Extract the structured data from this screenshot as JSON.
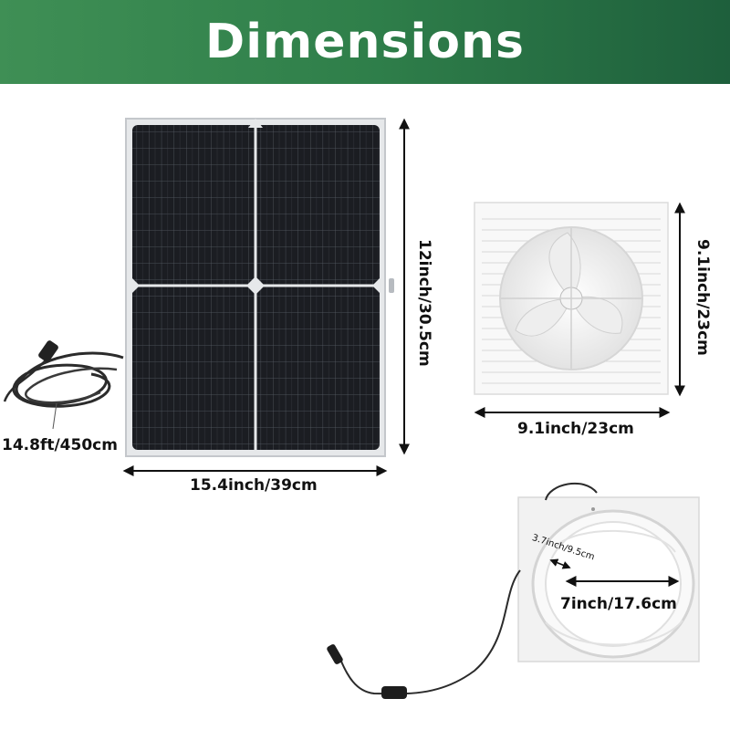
{
  "header": {
    "title": "Dimensions"
  },
  "solar_panel": {
    "height_label": "12inch/30.5cm",
    "width_label": "15.4inch/39cm",
    "cable_label": "14.8ft/450cm"
  },
  "fan_front": {
    "height_label": "9.1inch/23cm",
    "width_label": "9.1inch/23cm"
  },
  "fan_back": {
    "depth_label": "3.7inch/9.5cm",
    "diameter_label": "7inch/17.6cm"
  },
  "colors": {
    "banner_start": "#3f8f55",
    "banner_end": "#1e5f3c",
    "panel_cell": "#1b1d22",
    "panel_frame": "#e6e8ea"
  }
}
